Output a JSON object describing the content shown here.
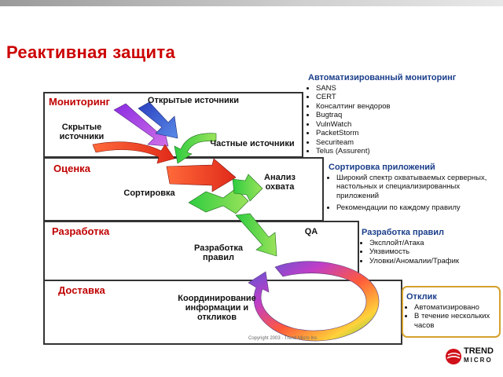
{
  "title": "Реактивная защита",
  "stages": {
    "monitoring": "Мониторинг",
    "assessment": "Оценка",
    "development": "Разработка",
    "delivery": "Доставка"
  },
  "flow_labels": {
    "open_sources": "Открытые источники",
    "hidden_sources": "Скрытые источники",
    "private_sources": "Частные источники",
    "coverage_analysis": "Анализ охвата",
    "sorting": "Сортировка",
    "qa": "QA",
    "rule_development": "Разработка правил",
    "coordination": "Координирование информации и откликов"
  },
  "panels": {
    "auto_monitoring": {
      "heading": "Автоматизированный мониторинг",
      "items": [
        "SANS",
        "CERT",
        "Консалтинг вендоров",
        "Bugtraq",
        "VulnWatch",
        "PacketStorm",
        "Securiteam",
        "Telus (Assurent)"
      ]
    },
    "app_sorting": {
      "heading": "Сортировка приложений",
      "items": [
        "Широкий спектр охватываемых серверных, настольных и специализированных приложений",
        "Рекомендации по каждому правилу"
      ]
    },
    "rule_dev": {
      "heading": "Разработка правил",
      "items": [
        "Эксплойт/Атака",
        "Уязвимость",
        "Уловки/Аномалии/Трафик"
      ]
    },
    "response": {
      "heading": "Отклик",
      "items": [
        "Автоматизировано",
        "В течение нескольких часов"
      ]
    }
  },
  "footer": {
    "copyright": "Copyright 2003 · Trend Micro Inc.",
    "logo_line1": "TREND",
    "logo_line2": "MICRO"
  },
  "colors": {
    "title": "#cc0000",
    "stage_label": "#c00000",
    "panel_heading": "#1a3e8a",
    "response_border": "#d4a12e"
  }
}
